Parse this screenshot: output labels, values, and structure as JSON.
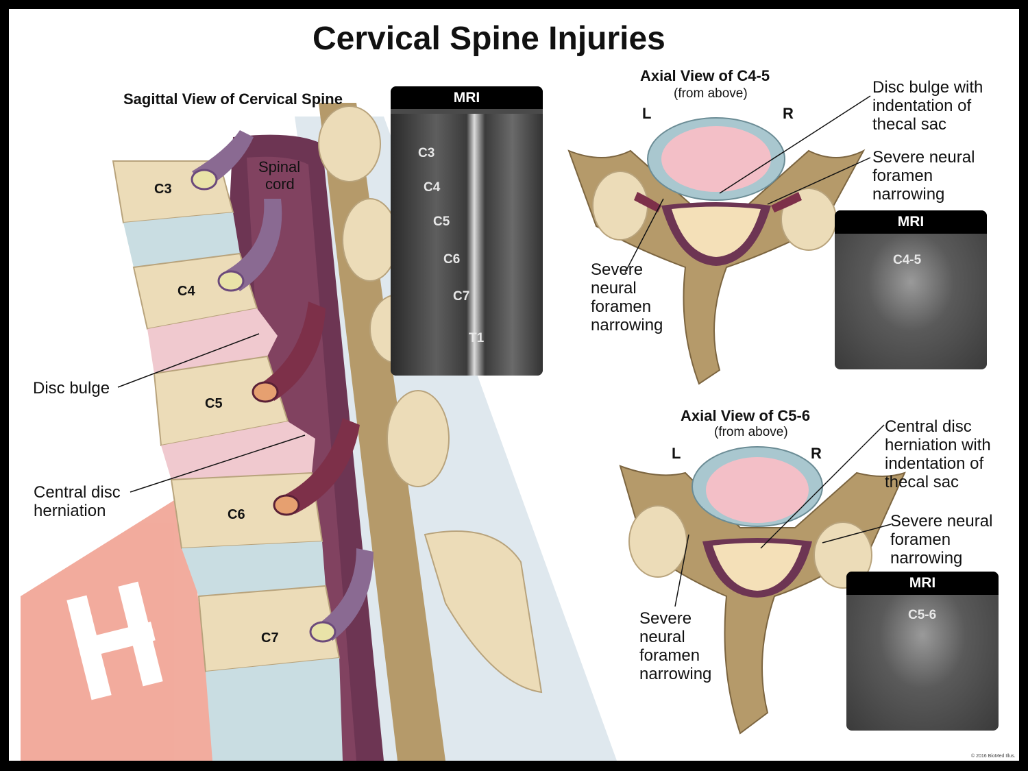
{
  "title": "Cervical Spine Injuries",
  "sagittal": {
    "heading": "Sagittal View of Cervical Spine",
    "spinal_cord_label_1": "Spinal",
    "spinal_cord_label_2": "cord",
    "vertebrae": [
      "C3",
      "C4",
      "C5",
      "C6",
      "C7"
    ],
    "disc_bulge_label": "Disc bulge",
    "central_disc_label_1": "Central disc",
    "central_disc_label_2": "herniation"
  },
  "sagittal_mri": {
    "header": "MRI",
    "levels": [
      "C3",
      "C4",
      "C5",
      "C6",
      "C7",
      "T1"
    ]
  },
  "axial_c45": {
    "heading": "Axial View of C4-5",
    "subheading": "(from above)",
    "left": "L",
    "right": "R",
    "callout_bulge": [
      "Disc bulge with",
      "indentation of",
      "thecal sac"
    ],
    "callout_foramen_right": [
      "Severe neural",
      "foramen",
      "narrowing"
    ],
    "callout_foramen_left": [
      "Severe",
      "neural",
      "foramen",
      "narrowing"
    ],
    "mri_header": "MRI",
    "mri_label": "C4-5"
  },
  "axial_c56": {
    "heading": "Axial View of C5-6",
    "subheading": "(from above)",
    "left": "L",
    "right": "R",
    "callout_herniation": [
      "Central disc",
      "herniation with",
      "indentation of",
      "thecal sac"
    ],
    "callout_foramen_right": [
      "Severe neural",
      "foramen",
      "narrowing"
    ],
    "callout_foramen_left": [
      "Severe",
      "neural",
      "foramen",
      "narrowing"
    ],
    "mri_header": "MRI",
    "mri_label": "C5-6"
  },
  "copyright": "© 2016 BioMed Illus.",
  "colors": {
    "bone": "#ecdcb8",
    "disc": "#c9dde2",
    "cord": "#6d3553",
    "nerve_root": "#8a6a92",
    "watermark_red": "#e8674e"
  }
}
